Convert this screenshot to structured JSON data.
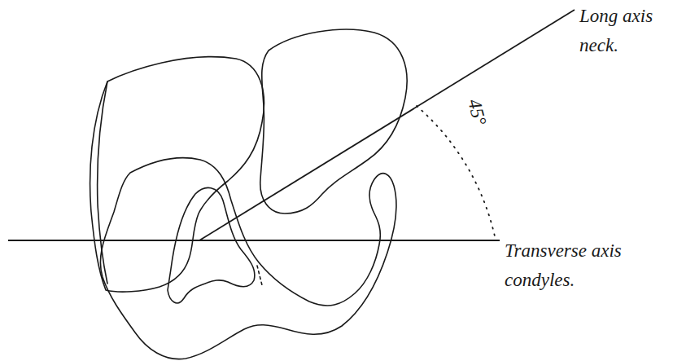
{
  "diagram": {
    "labels": [
      "Long axis neck.",
      "45°",
      "Transverse axis condyles."
    ]
  }
}
